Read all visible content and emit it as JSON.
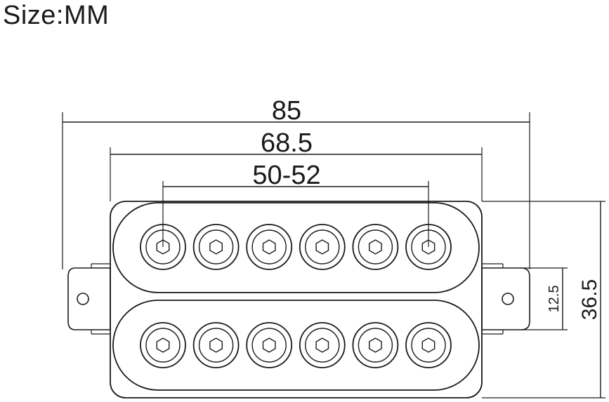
{
  "title": "Size:MM",
  "dimensions": {
    "overall_width": "85",
    "cover_width": "68.5",
    "pole_spacing": "50-52",
    "coil_height": "12.5",
    "overall_height": "36.5"
  },
  "diagram": {
    "coils": 2,
    "pole_pieces_per_coil": 6,
    "mounting_holes": 2
  },
  "colors": {
    "line": "#1a1a1a",
    "background": "#ffffff"
  }
}
